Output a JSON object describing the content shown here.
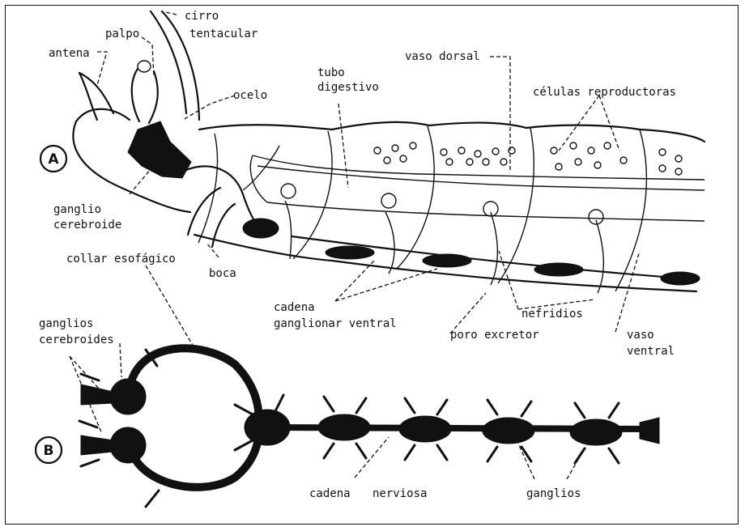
{
  "diagram": {
    "panel_a": {
      "marker": "A",
      "labels": {
        "cirro": "cirro",
        "tentacular": "tentacular",
        "palpo": "palpo",
        "antena": "antena",
        "ocelo": "ocelo",
        "tubo": "tubo",
        "digestivo": "digestivo",
        "vaso_dorsal": "vaso dorsal",
        "celulas_reproductoras": "células reproductoras",
        "ganglio": "ganglio",
        "cerebroide": "cerebroide",
        "collar_esofagico": "collar esofágico",
        "boca": "boca",
        "cadena": "cadena",
        "ganglionar_ventral": "ganglionar ventral",
        "nefridios": "nefridios",
        "poro_excretor": "poro excretor",
        "vaso": "vaso",
        "ventral": "ventral"
      }
    },
    "panel_b": {
      "marker": "B",
      "labels": {
        "ganglios_1": "ganglios",
        "cerebroides": "cerebroides",
        "cadena": "cadena",
        "nerviosa": "nerviosa",
        "ganglios_2": "ganglios"
      }
    },
    "colors": {
      "ink": "#111111",
      "paper": "#ffffff"
    }
  }
}
